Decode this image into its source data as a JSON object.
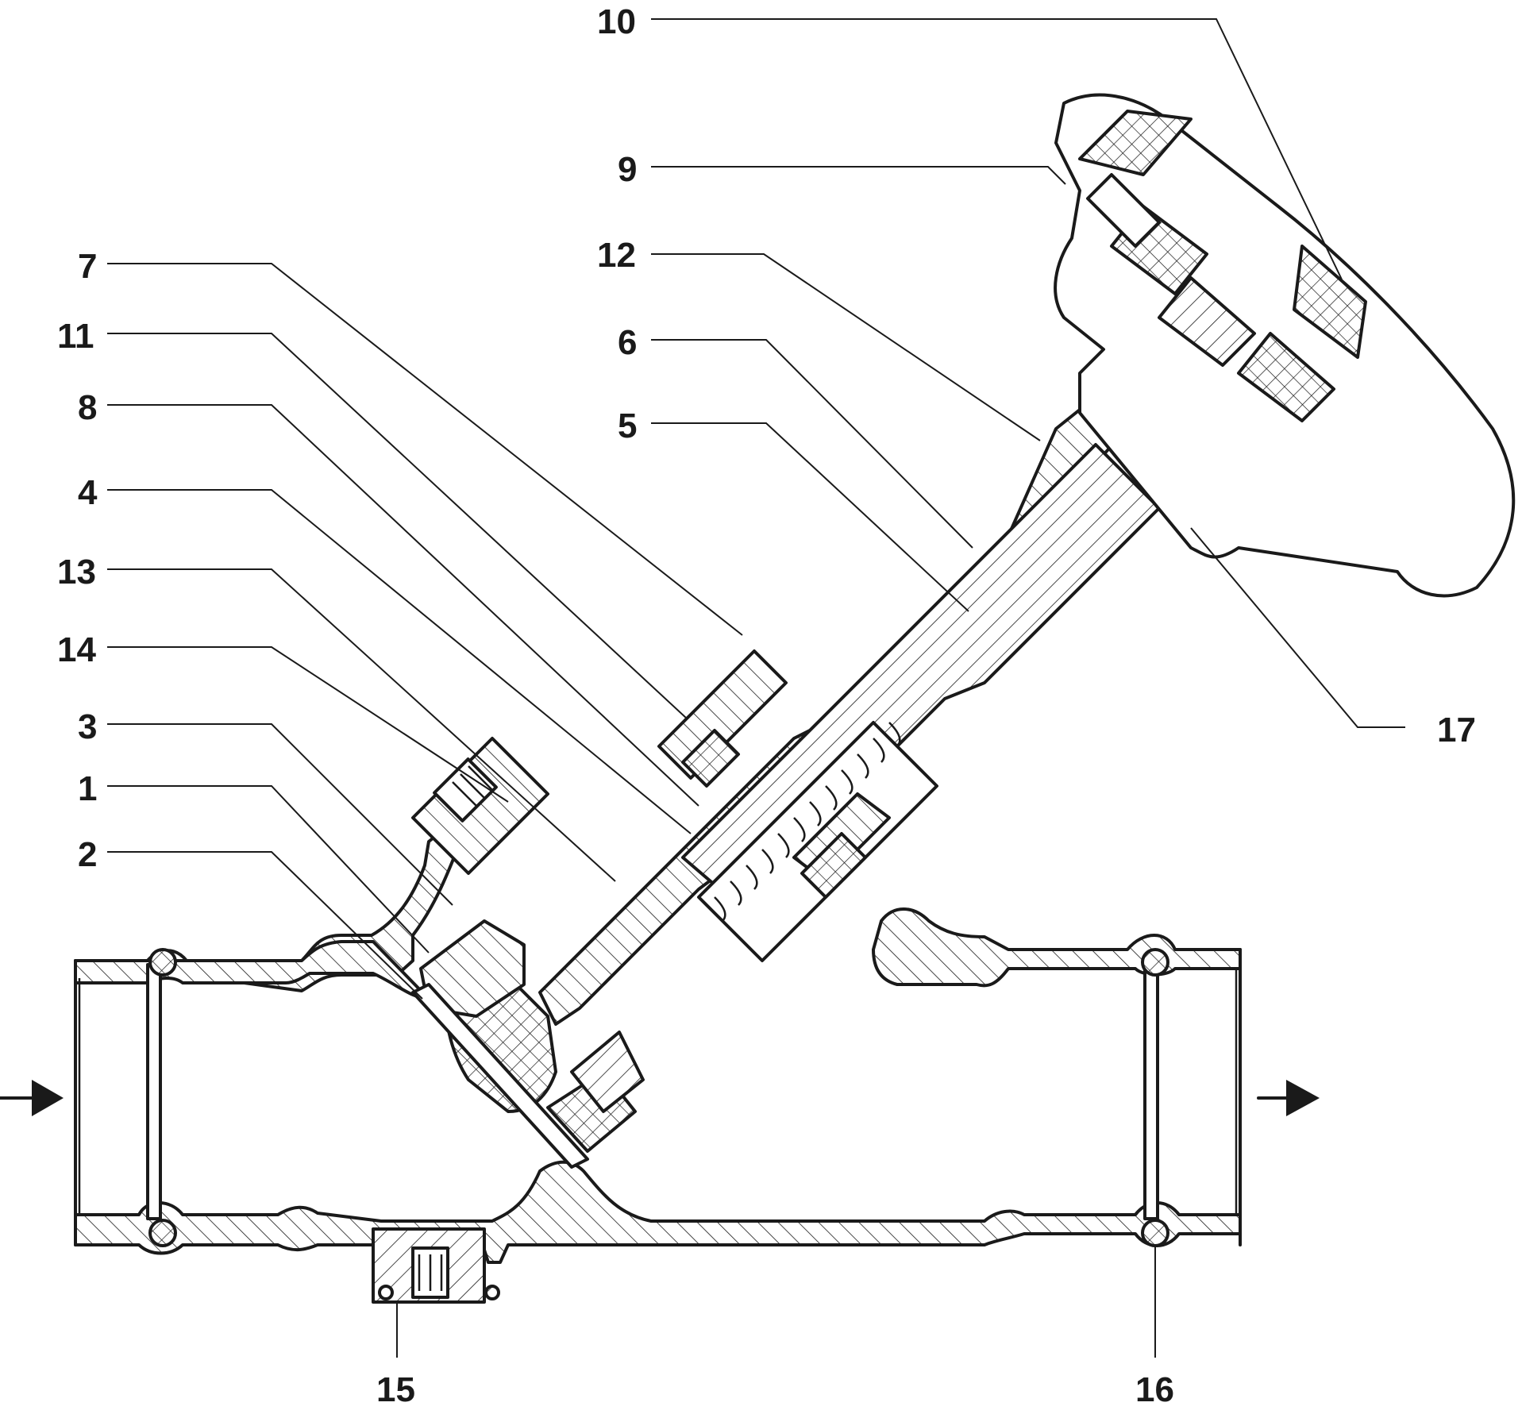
{
  "diagram": {
    "type": "sectional-drawing",
    "colors": {
      "line": "#1a1a1a",
      "background": "#ffffff"
    },
    "flow_direction": "left-to-right",
    "callouts": [
      {
        "id": "10",
        "label": "10"
      },
      {
        "id": "9",
        "label": "9"
      },
      {
        "id": "12",
        "label": "12"
      },
      {
        "id": "6",
        "label": "6"
      },
      {
        "id": "5",
        "label": "5"
      },
      {
        "id": "7",
        "label": "7"
      },
      {
        "id": "11",
        "label": "11"
      },
      {
        "id": "8",
        "label": "8"
      },
      {
        "id": "4",
        "label": "4"
      },
      {
        "id": "13",
        "label": "13"
      },
      {
        "id": "14",
        "label": "14"
      },
      {
        "id": "3",
        "label": "3"
      },
      {
        "id": "1",
        "label": "1"
      },
      {
        "id": "2",
        "label": "2"
      },
      {
        "id": "17",
        "label": "17"
      },
      {
        "id": "15",
        "label": "15"
      },
      {
        "id": "16",
        "label": "16"
      }
    ]
  }
}
